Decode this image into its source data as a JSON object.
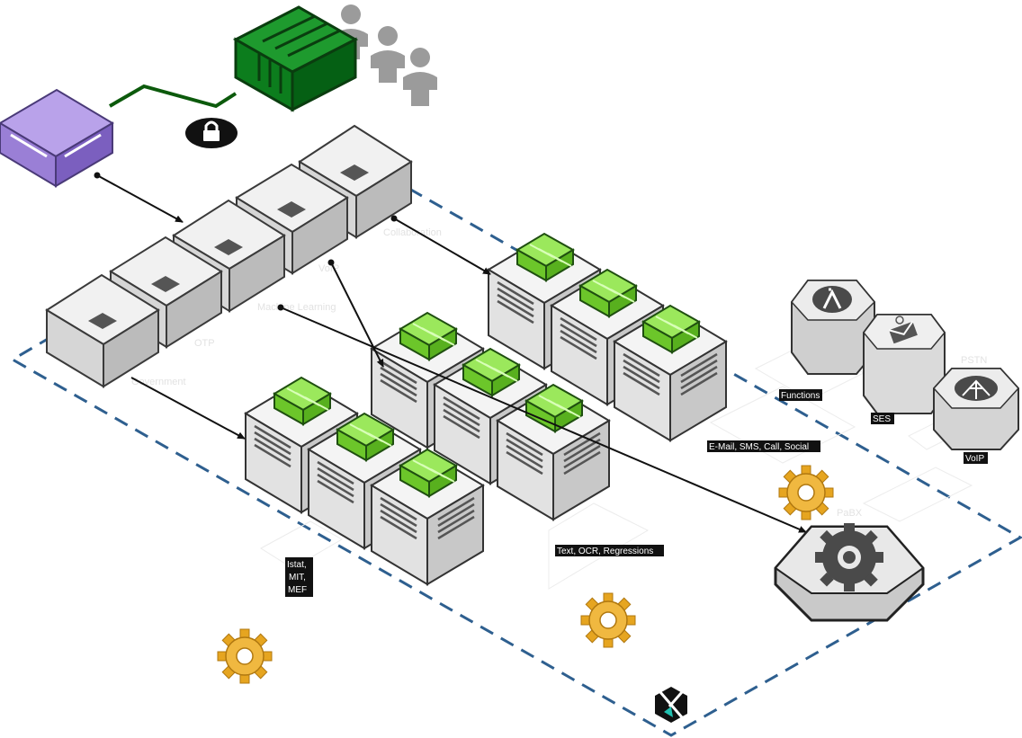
{
  "labels": {
    "collaboration": "Collaboration",
    "voip_small": "VoIP",
    "machine_learning": "Machine Learning",
    "otp": "OTP",
    "government": "Government",
    "pstn": "PSTN",
    "pabx": "PaBX"
  },
  "tags": {
    "functions": "Functions",
    "ses": "SES",
    "voip": "VoIP",
    "channels": "E-Mail, SMS, Call, Social",
    "text_ocr": "Text, OCR, Regressions",
    "istat_lines": [
      "Istat,",
      "MIT,",
      "MEF"
    ]
  },
  "icons": {
    "purple_block": "purple-block-icon",
    "green_cluster": "green-cluster-icon",
    "users": "users-icon",
    "lock": "lock-icon",
    "lambda": "lambda-icon",
    "mail": "mail-icon",
    "phone_network": "phone-network-icon",
    "gear": "gear-icon",
    "pabx_gear": "pabx-gear-icon",
    "brand_logo": "brand-logo-icon"
  },
  "colors": {
    "purple": "#9a7fd6",
    "dark_green": "#0c7d1d",
    "lime": "#7fd43a",
    "boundary": "#2e5f8f",
    "gear": "#f0b840",
    "server": "#dcdcdc"
  }
}
